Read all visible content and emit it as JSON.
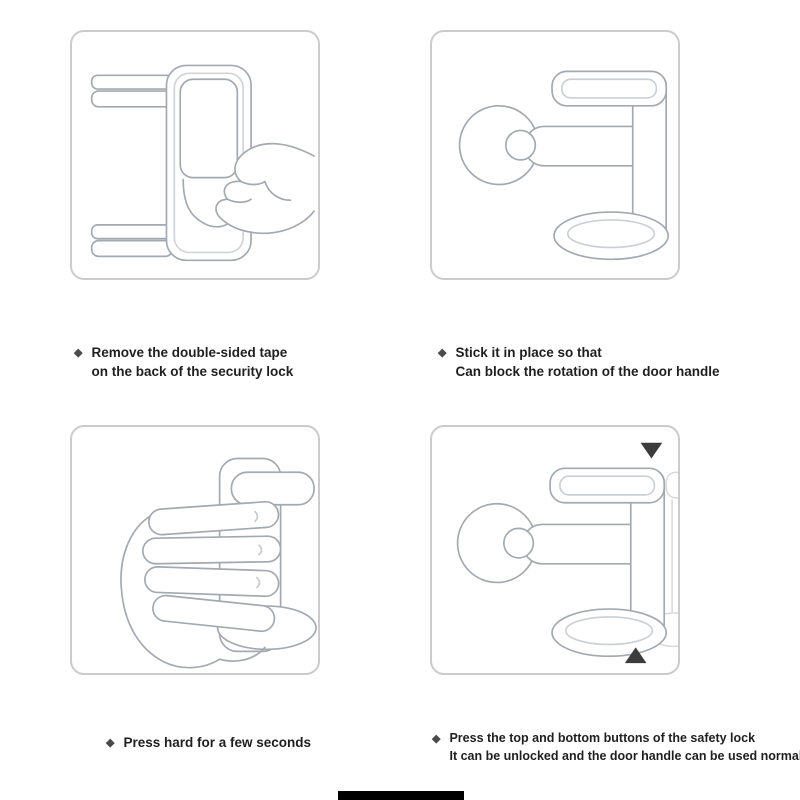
{
  "page": {
    "background": "#ffffff",
    "line_color": "#a3a9b0",
    "panel_border_color": "#cbcbcb",
    "text_color": "#1f1f1f",
    "bullet_glyph": "◆"
  },
  "steps": [
    {
      "illustration": "peel-double-sided-tape-from-lock",
      "caption_lines": [
        "Remove the double-sided tape",
        "on the back of the security lock"
      ]
    },
    {
      "illustration": "lock-stuck-beside-door-handle",
      "caption_lines": [
        "Stick it in place so that",
        "Can block the rotation of the door handle"
      ]
    },
    {
      "illustration": "hand-pressing-lock-firmly",
      "caption_lines": [
        "Press hard for a few seconds"
      ]
    },
    {
      "illustration": "press-top-bottom-buttons-to-unlock",
      "caption_lines": [
        "Press the top and bottom buttons of the safety lock",
        "It can be unlocked and the door handle can be used normally"
      ]
    }
  ]
}
